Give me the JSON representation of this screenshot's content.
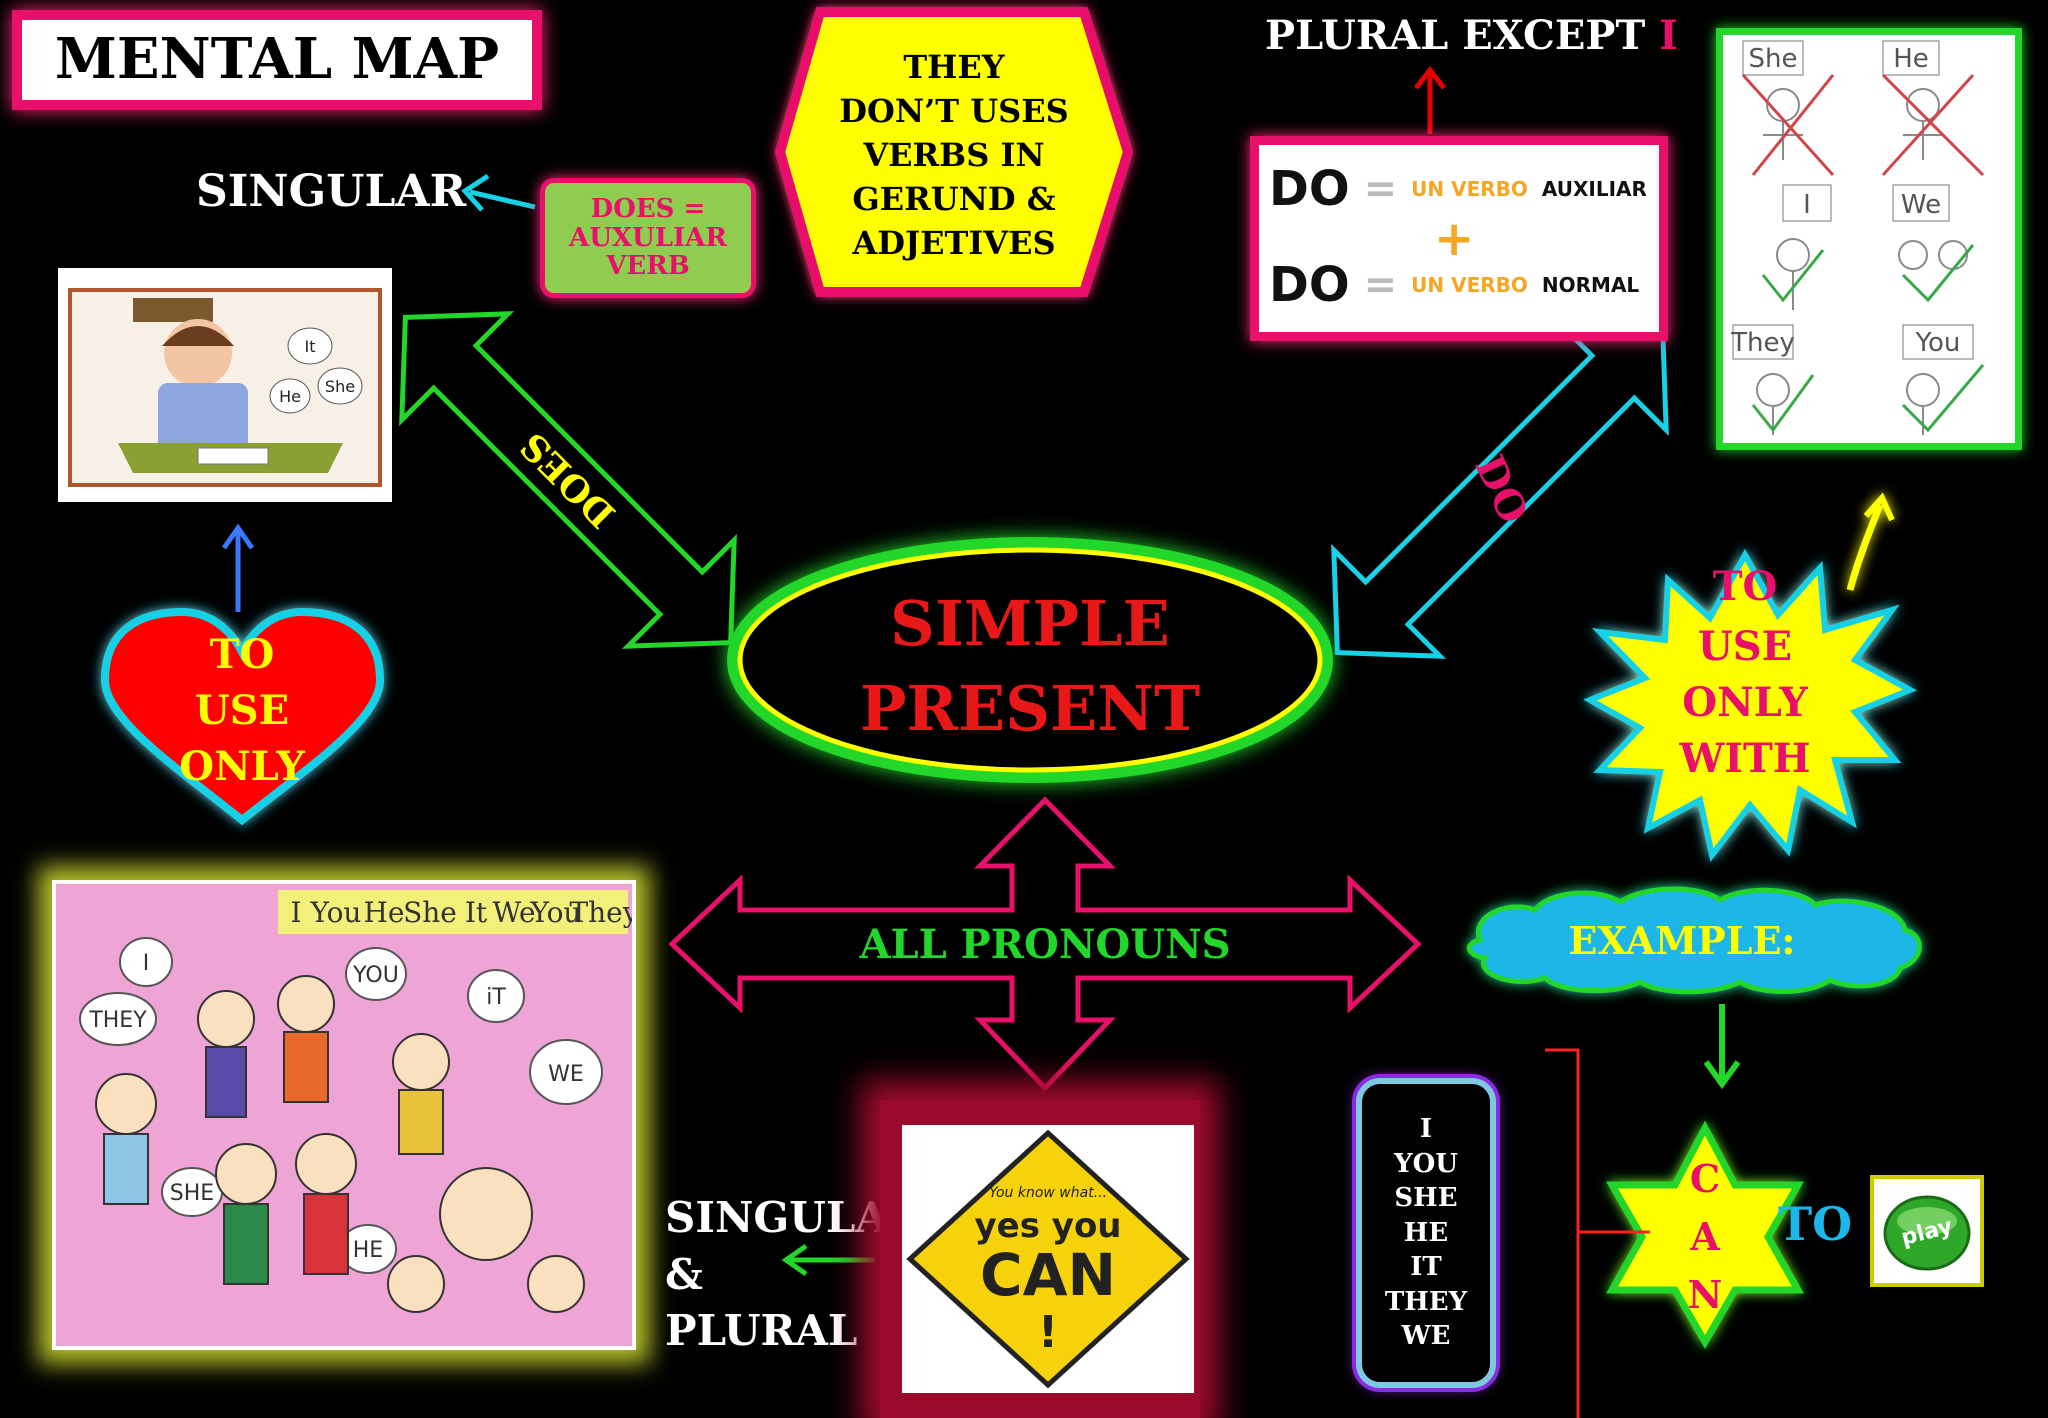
{
  "title": "MENTAL MAP",
  "center": [
    "SIMPLE",
    "PRESENT"
  ],
  "singular_top": "SINGULAR",
  "does_box": [
    "DOES =",
    "AUXULIAR",
    "VERB"
  ],
  "hexagon": [
    "THEY",
    "DON’T USES",
    "VERBS IN",
    "GERUND &",
    "ADJETIVES"
  ],
  "plural_except": {
    "text": "PLURAL EXCEPT ",
    "highlight": "I"
  },
  "do_box": {
    "row1": {
      "word": "DO",
      "eq": "=",
      "un": "UN VERBO",
      "kind": "AUXILIAR"
    },
    "row2": {
      "word": "DO",
      "eq": "=",
      "un": "UN VERBO",
      "kind": "NORMAL"
    },
    "plus": "+"
  },
  "pronoun_panel": {
    "labels": [
      "She",
      "He",
      "I",
      "We",
      "They",
      "You"
    ]
  },
  "study_image": {
    "bubbles": [
      "It",
      "He",
      "She"
    ]
  },
  "does_arrow_label": "DOES",
  "do_arrow_label": "DO",
  "heart": [
    "TO",
    "USE",
    "ONLY"
  ],
  "starburst": [
    "TO",
    "USE",
    "ONLY",
    "WITH"
  ],
  "all_pronouns": "ALL PRONOUNS",
  "kids_image": {
    "strip": [
      "I",
      "You",
      "He",
      "She",
      "It",
      "We",
      "You",
      "They"
    ],
    "bubbles": [
      "I",
      "THEY",
      "YOU",
      "iT",
      "WE",
      "SHE",
      "HE"
    ]
  },
  "singular_plural": [
    "SINGULAR",
    "&",
    "PLURAL"
  ],
  "can_sign": {
    "small": "You know what...",
    "line1": "yes you",
    "line2": "CAN",
    "line3": "!"
  },
  "example": "EXAMPLE:",
  "pronoun_list": [
    "I",
    "YOU",
    "SHE",
    "HE",
    "IT",
    "THEY",
    "WE"
  ],
  "can_letters": [
    "C",
    "A",
    "N"
  ],
  "to_word": "TO",
  "play_label": "play",
  "colors": {
    "pink": "#e8106a",
    "green": "#22d62a",
    "yellow": "#ffff00",
    "red": "#ff0000",
    "cyan": "#17d1e6",
    "cloud": "#1ab7e8"
  }
}
